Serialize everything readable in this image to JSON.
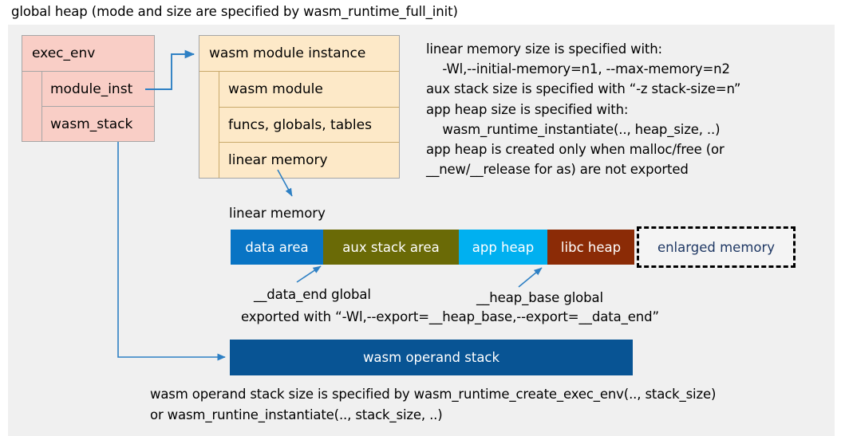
{
  "title": "global heap (mode and size are specified by wasm_runtime_full_init)",
  "exec_env": {
    "header": "exec_env",
    "rows": [
      {
        "label": "module_inst"
      },
      {
        "label": "wasm_stack"
      }
    ]
  },
  "wasm_module_instance": {
    "header": "wasm module instance",
    "rows": [
      {
        "label": "wasm module"
      },
      {
        "label": "funcs, globals, tables"
      },
      {
        "label": "linear memory"
      }
    ]
  },
  "notes": "linear memory size is specified with:\n    -Wl,--initial-memory=n1, --max-memory=n2\naux stack size is specified with “-z stack-size=n”\napp heap size is specified with:\n    wasm_runtime_instantiate(.., heap_size, ..)\napp heap is created only when malloc/free (or\n__new/__release for as) are not exported",
  "linear_memory": {
    "label": "linear memory",
    "segments": [
      {
        "name": "data area",
        "width": 116,
        "color": "#0874c4",
        "text_color": "#ffffff",
        "dashed": false
      },
      {
        "name": "aux stack area",
        "width": 170,
        "color": "#6a6a06",
        "text_color": "#ffffff",
        "dashed": false
      },
      {
        "name": "app heap",
        "width": 111,
        "color": "#00b0f0",
        "text_color": "#ffffff",
        "dashed": false
      },
      {
        "name": "libc heap",
        "width": 109,
        "color": "#8b2b06",
        "text_color": "#ffffff",
        "dashed": false
      },
      {
        "name": "enlarged memory",
        "width": 199,
        "color": "#f4f4f4",
        "text_color": "#1f3864",
        "dashed": true
      }
    ]
  },
  "annotations": {
    "data_end": "__data_end global",
    "heap_base": "__heap_base global",
    "exported": "exported with “-Wl,--export=__heap_base,--export=__data_end”"
  },
  "operand_stack": {
    "label": "wasm operand stack",
    "color": "#085494"
  },
  "bottom_note": "wasm operand stack size is specified by wasm_runtime_create_exec_env(.., stack_size)\nor wasm_runtine_instantiate(.., stack_size, ..)",
  "colors": {
    "canvas": "#f0f0f0",
    "exec_env_fill": "#f9cec6",
    "module_instance_fill": "#fde9c8",
    "connector": "#2e80c4"
  }
}
